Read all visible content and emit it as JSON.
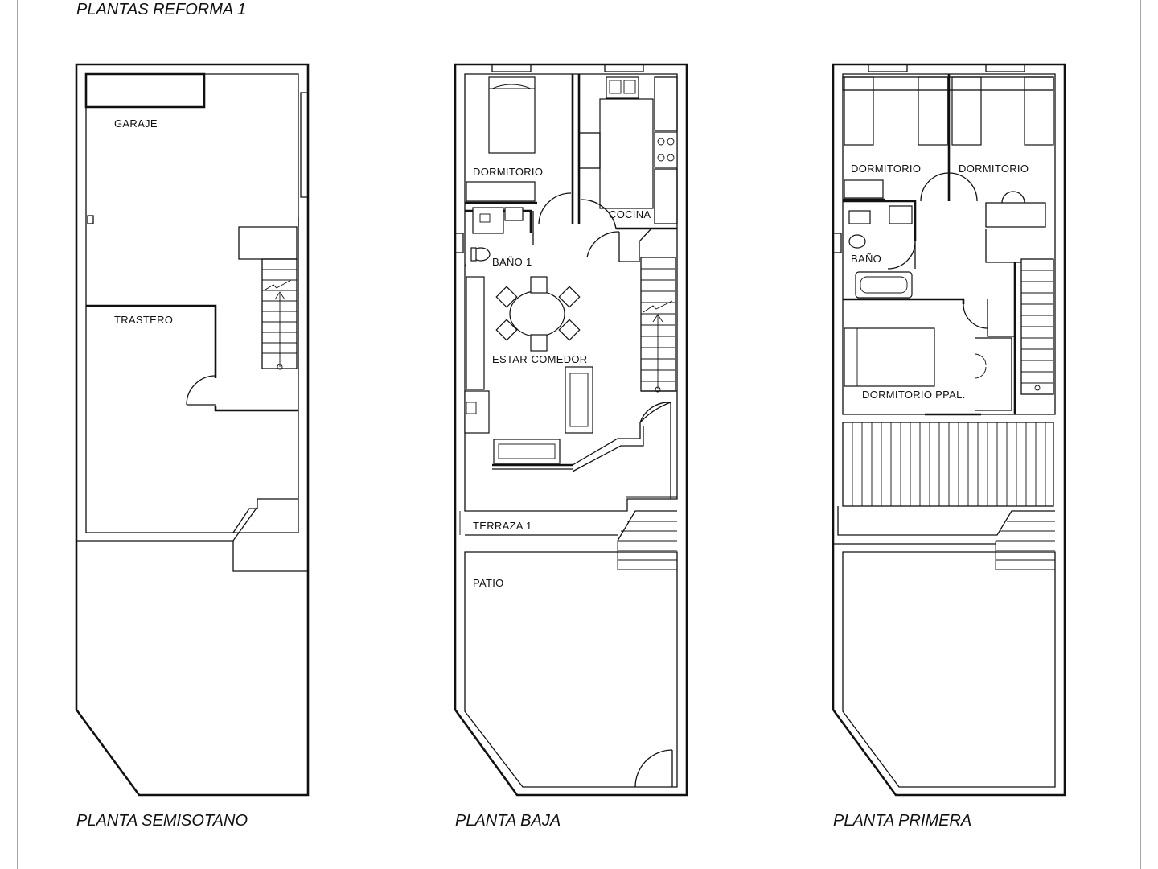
{
  "sheet_title": "PLANTAS REFORMA 1",
  "plans": [
    {
      "title": "PLANTA SEMISOTANO",
      "rooms": [
        "GARAJE",
        "TRASTERO"
      ]
    },
    {
      "title": "PLANTA BAJA",
      "rooms": [
        "DORMITORIO",
        "COCINA",
        "BAÑO  1",
        "ESTAR-COMEDOR",
        "TERRAZA  1",
        "PATIO"
      ]
    },
    {
      "title": "PLANTA PRIMERA",
      "rooms": [
        "DORMITORIO",
        "DORMITORIO",
        "BAÑO",
        "DORMITORIO  PPAL."
      ]
    }
  ],
  "colors": {
    "line": "#111111",
    "frame": "#6a6a6a",
    "paper": "#ffffff"
  }
}
